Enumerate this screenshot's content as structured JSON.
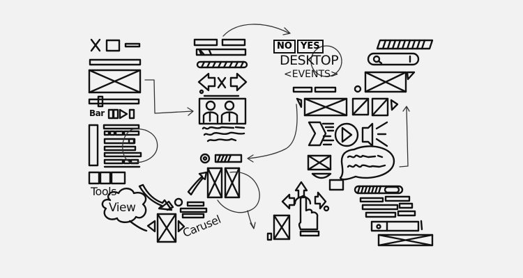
{
  "background_color": "#f2f2f2",
  "ink_color": "#111111",
  "letters": [
    "U",
    "X"
  ],
  "labels": {
    "tools": "Tools",
    "view": "View",
    "carousel": "Carusel",
    "bar": "Bar",
    "no": "NO",
    "yes": "YES",
    "desktop": "DESKTOP",
    "events": "<EVENTS>"
  },
  "icons": {
    "window_controls": [
      "close-icon",
      "maximize-icon",
      "minimize-icon"
    ],
    "navigation": [
      "arrow-left-icon",
      "close-icon",
      "arrow-right-icon"
    ],
    "media": [
      "play-icon",
      "speaker-icon"
    ],
    "search": "search-icon",
    "gesture": "hand-pointer-icon"
  }
}
